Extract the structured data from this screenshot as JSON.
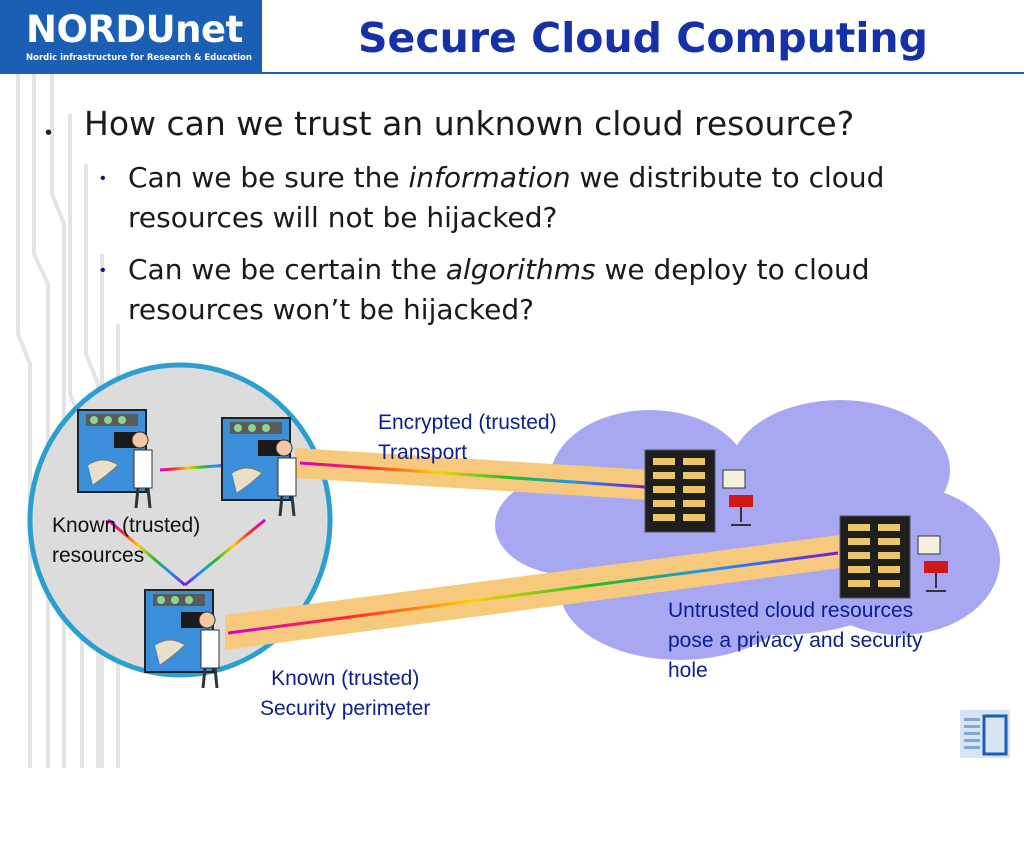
{
  "logo": {
    "title": "NORDUnet",
    "subtitle": "Nordic infrastructure for Research & Education"
  },
  "slide": {
    "title": "Secure Cloud Computing",
    "bullets": [
      {
        "text": "How can we trust an unknown cloud resource?"
      },
      {
        "pre": "Can we be sure the ",
        "em": "information",
        "post": " we distribute to cloud resources will not be hijacked?"
      },
      {
        "pre": "Can we be certain the ",
        "em": "algorithms",
        "post": " we deploy to cloud resources won’t be hijacked?"
      }
    ]
  },
  "diagram": {
    "labels": {
      "transport_line1": "Encrypted (trusted)",
      "transport_line2": "Transport",
      "known_line1": "Known (trusted)",
      "known_line2": "resources",
      "perimeter_line1": "Known (trusted)",
      "perimeter_line2": "Security perimeter",
      "untrusted_line1": "Untrusted cloud resources",
      "untrusted_line2": "pose a privacy and security",
      "untrusted_line3": "hole"
    }
  },
  "colors": {
    "logo_blue": "#1a5fb4",
    "title_blue": "#1630a8",
    "label_blue": "#0b1f8f",
    "cloud": "#a8a8f2",
    "perimeter_fill": "#dcdcdc",
    "perimeter_stroke": "#2a9fd0",
    "pipe": "#f7c97c"
  }
}
